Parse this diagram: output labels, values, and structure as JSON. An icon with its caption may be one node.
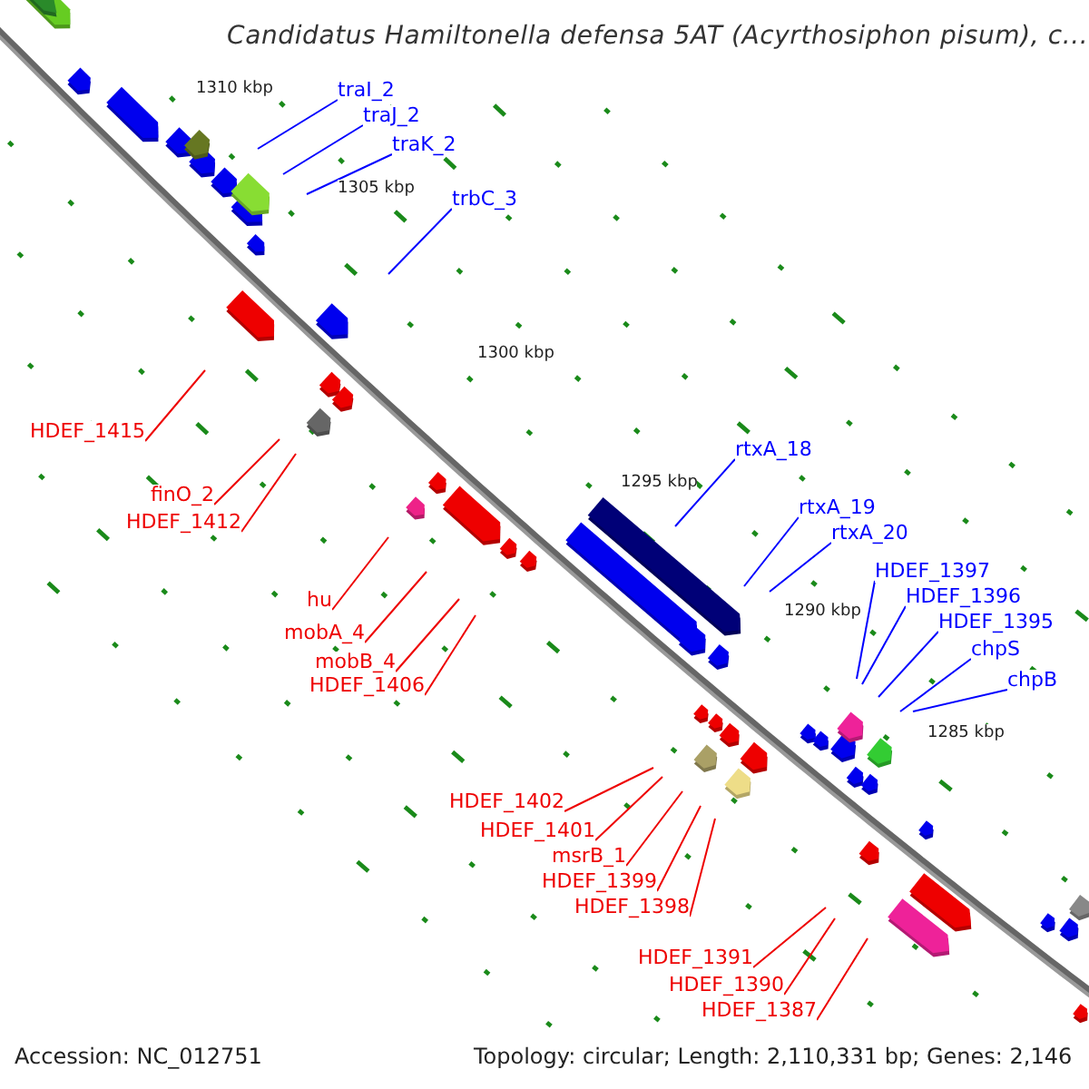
{
  "diagram": {
    "title": "Candidatus Hamiltonella defensa 5AT (Acyrthosiphon pisum), c...",
    "nodes": [
      {
        "text": [
          "traI_2"
        ]
      },
      {
        "text": [
          "traJ_2"
        ]
      },
      {
        "text": [
          "traK_2"
        ]
      },
      {
        "text": [
          "trbC_3"
        ]
      },
      {
        "text": [
          "rtxA_18"
        ]
      },
      {
        "text": [
          "rtxA_19"
        ]
      },
      {
        "text": [
          "rtxA_20"
        ]
      },
      {
        "text": [
          "HDEF_1397"
        ]
      },
      {
        "text": [
          "HDEF_1396"
        ]
      },
      {
        "text": [
          "HDEF_1395"
        ]
      },
      {
        "text": [
          "chpS"
        ]
      },
      {
        "text": [
          "chpB"
        ]
      },
      {
        "text": [
          "HDEF_1415"
        ]
      },
      {
        "text": [
          "finO_2"
        ]
      },
      {
        "text": [
          "HDEF_1412"
        ]
      },
      {
        "text": [
          "hu"
        ]
      },
      {
        "text": [
          "mobA_4"
        ]
      },
      {
        "text": [
          "mobB_4"
        ]
      },
      {
        "text": [
          "HDEF_1406"
        ]
      },
      {
        "text": [
          "HDEF_1402"
        ]
      },
      {
        "text": [
          "HDEF_1401"
        ]
      },
      {
        "text": [
          "msrB_1"
        ]
      },
      {
        "text": [
          "HDEF_1399"
        ]
      },
      {
        "text": [
          "HDEF_1398"
        ]
      },
      {
        "text": [
          "HDEF_1391"
        ]
      },
      {
        "text": [
          "HDEF_1390"
        ]
      },
      {
        "text": [
          "HDEF_1387"
        ]
      }
    ],
    "edges": [
      {
        "from": 0,
        "to": null,
        "arrow": "none",
        "color": "#0000ff"
      },
      {
        "from": 1,
        "to": null,
        "arrow": "none",
        "color": "#0000ff"
      },
      {
        "from": 2,
        "to": null,
        "arrow": "none",
        "color": "#0000ff"
      },
      {
        "from": 3,
        "to": null,
        "arrow": "none",
        "color": "#0000ff"
      },
      {
        "from": 4,
        "to": null,
        "arrow": "none",
        "color": "#0000ff"
      },
      {
        "from": 5,
        "to": null,
        "arrow": "none",
        "color": "#0000ff"
      },
      {
        "from": 6,
        "to": null,
        "arrow": "none",
        "color": "#0000ff"
      },
      {
        "from": 7,
        "to": null,
        "arrow": "none",
        "color": "#0000ff"
      },
      {
        "from": 8,
        "to": null,
        "arrow": "none",
        "color": "#0000ff"
      },
      {
        "from": 9,
        "to": null,
        "arrow": "none",
        "color": "#0000ff"
      },
      {
        "from": 10,
        "to": null,
        "arrow": "none",
        "color": "#0000ff"
      },
      {
        "from": 11,
        "to": null,
        "arrow": "none",
        "color": "#0000ff"
      },
      {
        "from": 12,
        "to": null,
        "arrow": "none"
      },
      {
        "from": 13,
        "to": null,
        "arrow": "none"
      },
      {
        "from": 14,
        "to": null,
        "arrow": "none"
      },
      {
        "from": 15,
        "to": null,
        "arrow": "none"
      },
      {
        "from": 16,
        "to": null,
        "arrow": "none"
      },
      {
        "from": 17,
        "to": null,
        "arrow": "none"
      },
      {
        "from": 18,
        "to": null,
        "arrow": "none"
      },
      {
        "from": 19,
        "to": null,
        "arrow": "none"
      },
      {
        "from": 20,
        "to": null,
        "arrow": "none"
      },
      {
        "from": 21,
        "to": null,
        "arrow": "none"
      },
      {
        "from": 22,
        "to": null,
        "arrow": "none"
      },
      {
        "from": 23,
        "to": null,
        "arrow": "none"
      },
      {
        "from": 24,
        "to": null,
        "arrow": "none"
      },
      {
        "from": 25,
        "to": null,
        "arrow": "none"
      },
      {
        "from": 26,
        "to": null,
        "arrow": "none"
      }
    ],
    "labels": [
      "1310 kbp",
      "1305 kbp",
      "1300 kbp",
      "1295 kbp",
      "1290 kbp",
      "1285 kbp",
      "Accession: NC_012751",
      "Topology: circular; Length: 2,110,331 bp; Genes: 2,146"
    ]
  }
}
